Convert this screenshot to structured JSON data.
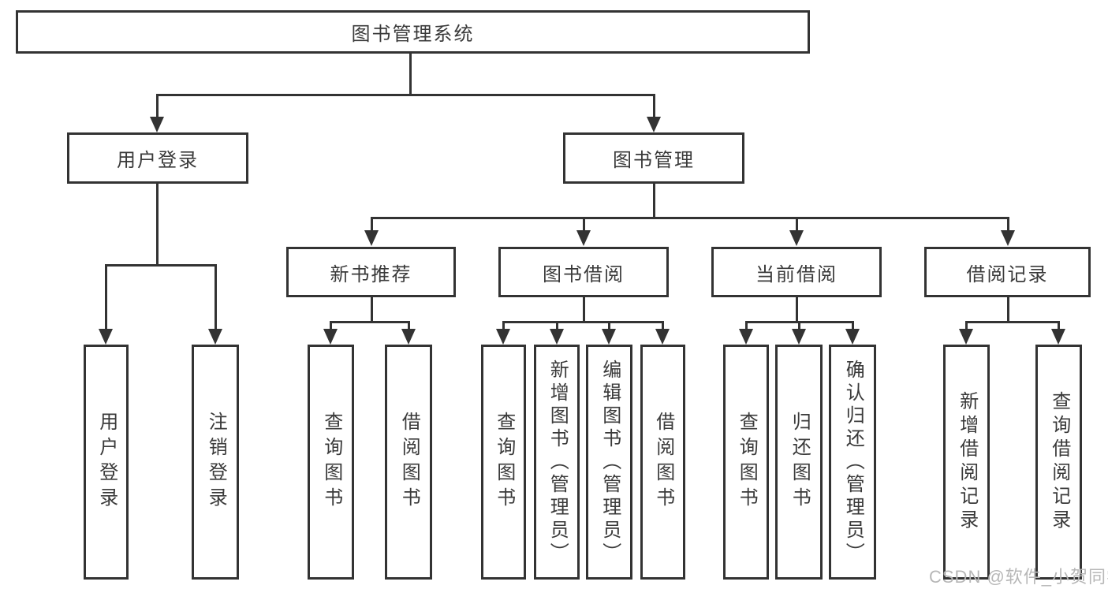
{
  "diagram": {
    "root": {
      "label": "图书管理系统"
    },
    "branches": [
      {
        "label": "用户登录",
        "children": [
          {
            "label": "用户登录"
          },
          {
            "label": "注销登录"
          }
        ]
      },
      {
        "label": "图书管理",
        "children": [
          {
            "label": "新书推荐",
            "children": [
              {
                "label": "查询图书"
              },
              {
                "label": "借阅图书"
              }
            ]
          },
          {
            "label": "图书借阅",
            "children": [
              {
                "label": "查询图书"
              },
              {
                "label": "新增图书（管理员）"
              },
              {
                "label": "编辑图书（管理员）"
              },
              {
                "label": "借阅图书"
              }
            ]
          },
          {
            "label": "当前借阅",
            "children": [
              {
                "label": "查询图书"
              },
              {
                "label": "归还图书"
              },
              {
                "label": "确认归还（管理员）"
              }
            ]
          },
          {
            "label": "借阅记录",
            "children": [
              {
                "label": "新增借阅记录"
              },
              {
                "label": "查询借阅记录"
              }
            ]
          }
        ]
      }
    ]
  },
  "watermark": "CSDN @软件_小贺同学",
  "colors": {
    "line": "#333333",
    "text": "#3a3a3a",
    "background": "#ffffff",
    "watermark": "#b7b7b7"
  }
}
